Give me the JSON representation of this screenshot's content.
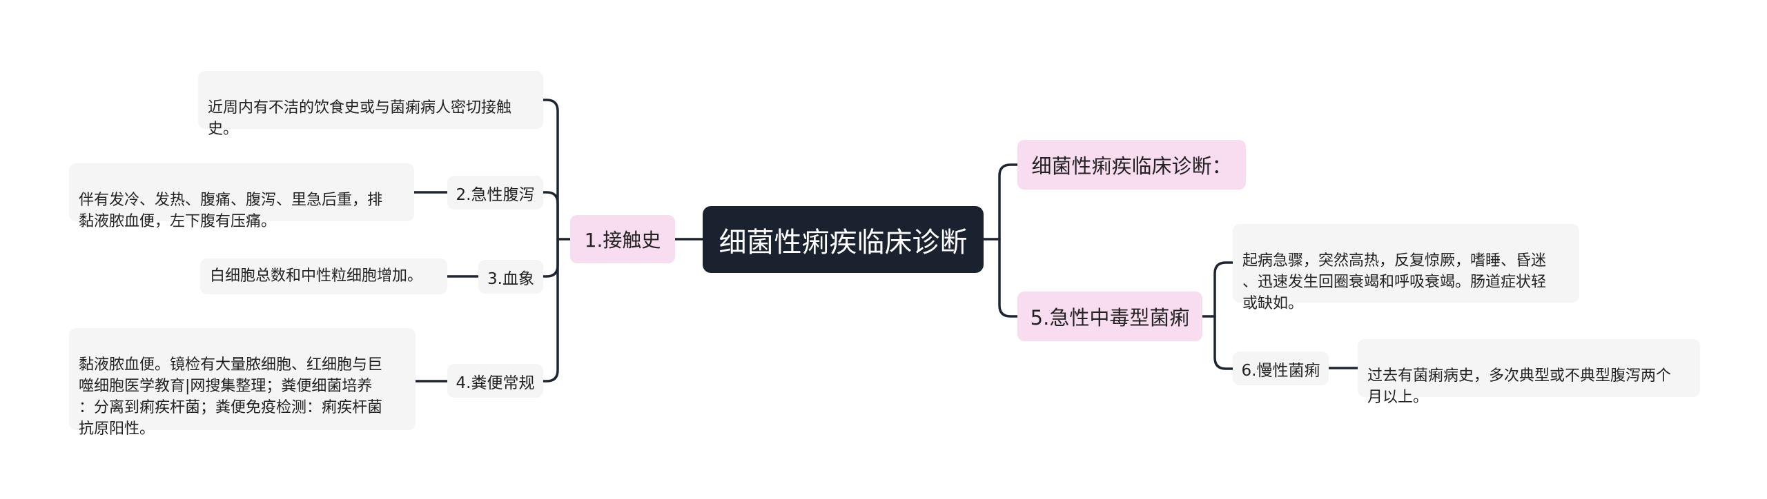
{
  "mindmap": {
    "root": "细菌性痢疾临床诊断",
    "left": {
      "branch1": "1.接触史",
      "contact_detail": "近周内有不洁的饮食史或与菌痢病人密切接触\n史。",
      "diarrhea_label": "2.急性腹泻",
      "diarrhea_detail": "伴有发冷、发热、腹痛、腹泻、里急后重，排\n黏液脓血便，左下腹有压痛。",
      "blood_label": "3.血象",
      "blood_detail": "白细胞总数和中性粒细胞增加。",
      "stool_label": "4.粪便常规",
      "stool_detail": "黏液脓血便。镜检有大量脓细胞、红细胞与巨\n噬细胞医学教育|网搜集整理；粪便细菌培养\n：分离到痢疾杆菌；粪便免疫检测：痢疾杆菌\n抗原阳性。"
    },
    "right": {
      "heading": "细菌性痢疾临床诊断：",
      "toxic_label": "5.急性中毒型菌痢",
      "toxic_detail": "起病急骤，突然高热，反复惊厥，嗜睡、昏迷\n、迅速发生回圈衰竭和呼吸衰竭。肠道症状轻\n或缺如。",
      "chronic_label": "6.慢性菌痢",
      "chronic_detail": "过去有菌痢病史，多次典型或不典型腹泻两个\n月以上。"
    }
  }
}
